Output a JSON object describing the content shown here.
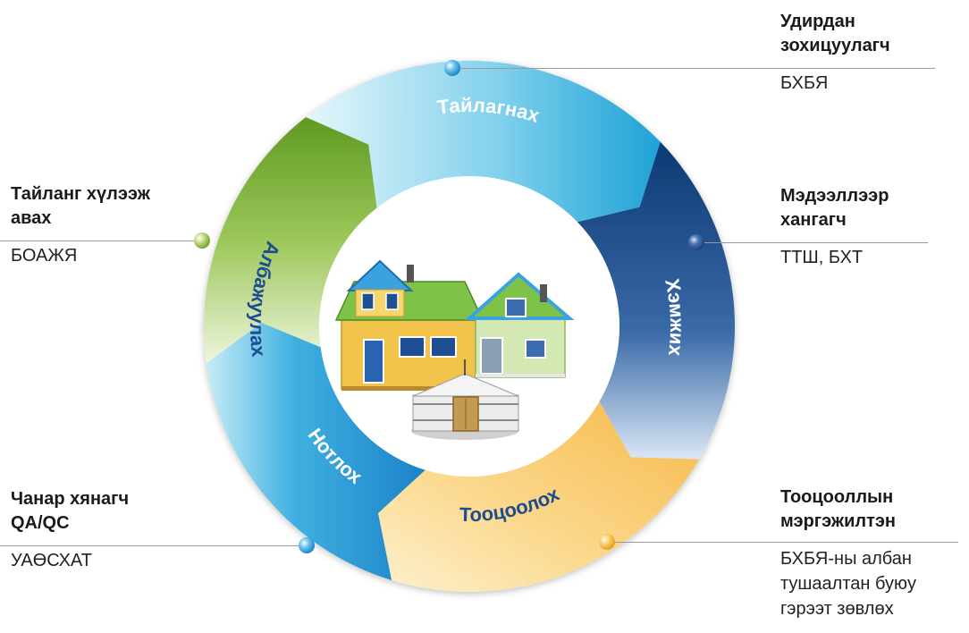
{
  "cycle": {
    "segments": [
      {
        "label": "Тайлагнах",
        "color": "#2aa6d6"
      },
      {
        "label": "Хэмжих",
        "color": "#1d4e8c"
      },
      {
        "label": "Тооцоолох",
        "color": "#f3c05c"
      },
      {
        "label": "Нотлох",
        "color": "#1f8fd0"
      },
      {
        "label": "Албажуулах",
        "color": "#6fa42e"
      }
    ]
  },
  "roles": {
    "top_right": {
      "title_line1": "Удирдан",
      "title_line2": "зохицуулагч",
      "org": "БХБЯ"
    },
    "mid_right": {
      "title_line1": "Мэдээллээр",
      "title_line2": "хангагч",
      "org": "ТТШ, БХТ"
    },
    "bottom_right": {
      "title_line1": "Тооцооллын",
      "title_line2": "мэргэжилтэн",
      "org_line1": "БХБЯ-ны албан",
      "org_line2": "тушаалтан буюу",
      "org_line3": "гэрээт зөвлөх"
    },
    "top_left": {
      "title_line1": "Тайланг хүлээж",
      "title_line2": "авах",
      "org": "БОАЖЯ"
    },
    "bottom_left": {
      "title_line1": "Чанар хянагч",
      "title_line2": "QA/QC",
      "org": "УАӨСХАТ"
    }
  }
}
